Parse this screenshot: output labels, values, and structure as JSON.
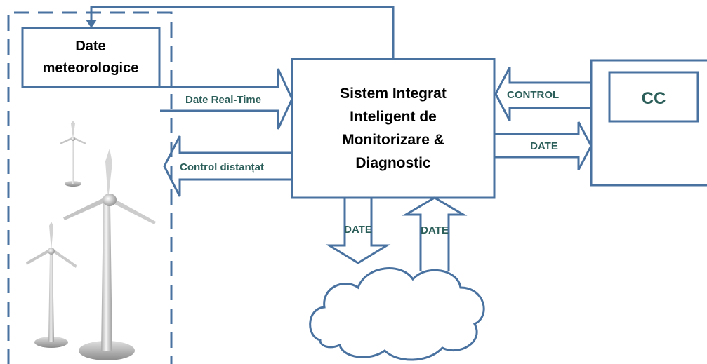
{
  "colors": {
    "stroke": "#4a72a0",
    "label": "#2d5f5a",
    "text": "#000000"
  },
  "weather_box": {
    "line1": "Date",
    "line2": "meteorologice"
  },
  "main_box": {
    "line1": "Sistem Integrat",
    "line2": "Inteligent de",
    "line3": "Monitorizare &",
    "line4": "Diagnostic"
  },
  "cc_box": {
    "label": "CC"
  },
  "arrows": {
    "realtime": "Date Real-Time",
    "remote_control": "Control distanțat",
    "control": "CONTROL",
    "date_out": "DATE",
    "date_down": "DATE",
    "date_up": "DATE"
  },
  "icons": {
    "cloud": "cloud-icon",
    "turbine": "wind-turbine-icon"
  }
}
